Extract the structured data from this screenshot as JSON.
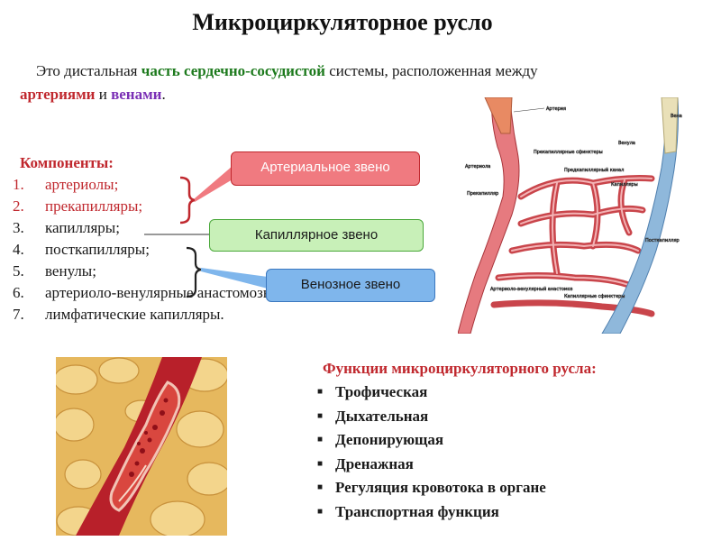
{
  "title": "Микроциркуляторное русло",
  "intro": {
    "part1": "Это дистальная ",
    "highlight": "часть сердечно-сосудистой",
    "part2": " системы, расположенная между",
    "arteries": "артериями",
    "conj": " и ",
    "veins": "венами",
    "end": "."
  },
  "components": {
    "title": "Компоненты:",
    "items": [
      {
        "num": "1.",
        "text": "артериолы;",
        "color": "red"
      },
      {
        "num": "2.",
        "text": "прекапилляры;",
        "color": "red"
      },
      {
        "num": "3.",
        "text": "капилляры;",
        "color": "black"
      },
      {
        "num": "4.",
        "text": "посткапилляры;",
        "color": "black"
      },
      {
        "num": "5.",
        "text": "венулы;",
        "color": "black"
      },
      {
        "num": "6.",
        "text": "артериоло-венулярные анастомозы;",
        "color": "black"
      },
      {
        "num": "7.",
        "text": "лимфатические капилляры.",
        "color": "black"
      }
    ]
  },
  "links": {
    "arterial": "Артериальное звено",
    "capillary": "Капиллярное звено",
    "venous": "Венозное звено"
  },
  "diagram_labels": {
    "artery": "Артерия",
    "vein": "Вена",
    "venule": "Венула",
    "arteriole": "Артериола",
    "precap_sphincter": "Прекапиллярные сфинктеры",
    "precap_channel": "Предкапиллярный канал",
    "capillaries": "Капилляры",
    "precapillary": "Прекапилляр",
    "postcapillary": "Посткапилляр",
    "av_anastomosis": "Артериоло-венулярный анастомоз",
    "cap_sphincters": "Капиллярные сфинктеры"
  },
  "functions": {
    "title": "Функции микроциркуляторного русла:",
    "items": [
      "Трофическая",
      "Дыхательная",
      "Депонирующая",
      "Дренажная",
      "Регуляция кровотока в органе",
      "Транспортная функция"
    ]
  },
  "colors": {
    "accent_red": "#c0282e",
    "accent_green": "#1d7a1d",
    "accent_purple": "#7a2fb5",
    "arterial_fill": "#f07a80",
    "capillary_fill": "#c8f0b8",
    "venous_fill": "#7fb6ec"
  }
}
